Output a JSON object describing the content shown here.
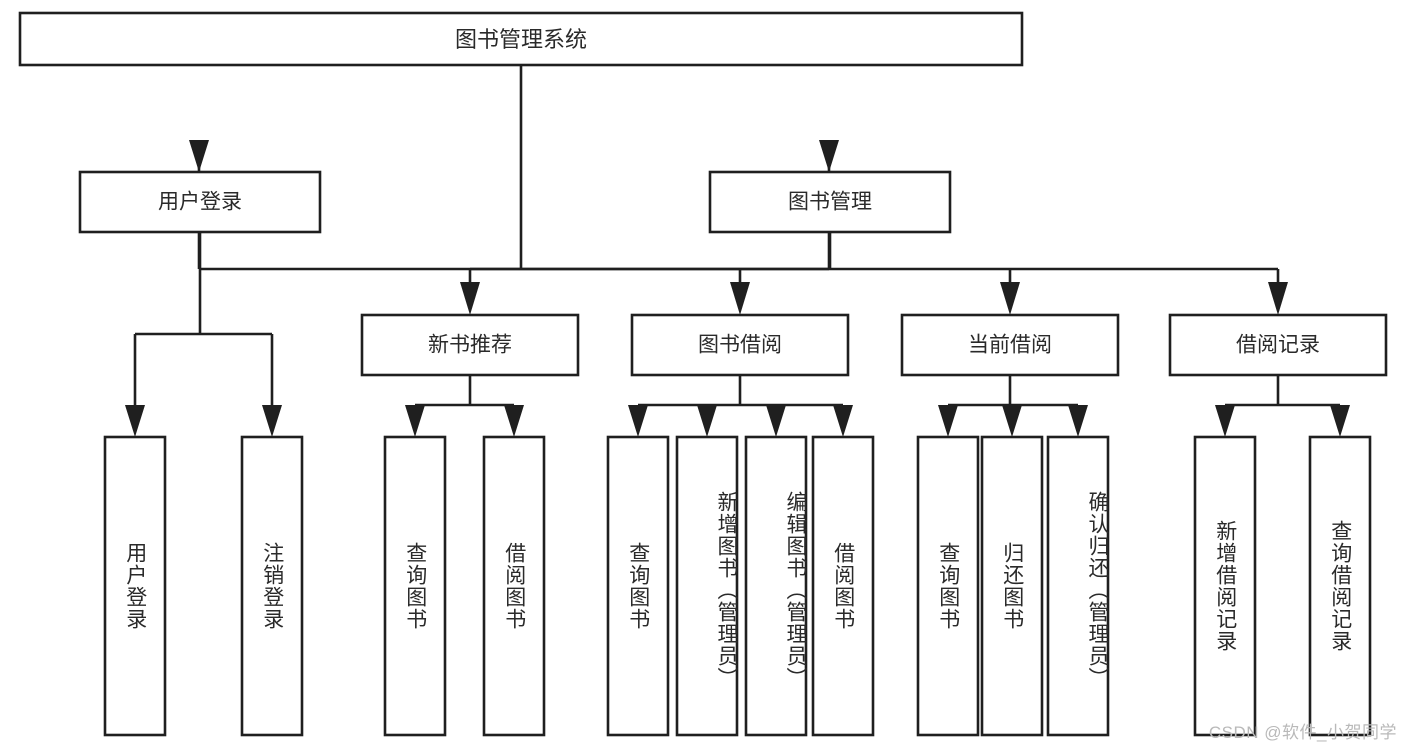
{
  "diagram": {
    "title": "图书管理系统",
    "type": "tree-hierarchy-functional-structure",
    "root": {
      "label": "图书管理系统"
    },
    "level2": [
      {
        "label": "用户登录"
      },
      {
        "label": "图书管理"
      }
    ],
    "level3": [
      {
        "label": "新书推荐"
      },
      {
        "label": "图书借阅"
      },
      {
        "label": "当前借阅"
      },
      {
        "label": "借阅记录"
      }
    ],
    "leaves": {
      "user_login": [
        {
          "label": "用户登录"
        },
        {
          "label": "注销登录"
        }
      ],
      "new_book_recommend": [
        {
          "label": "查询图书"
        },
        {
          "label": "借阅图书"
        }
      ],
      "book_borrow": [
        {
          "label": "查询图书"
        },
        {
          "label": "新增图书（管理员）"
        },
        {
          "label": "编辑图书（管理员）"
        },
        {
          "label": "借阅图书"
        }
      ],
      "current_borrow": [
        {
          "label": "查询图书"
        },
        {
          "label": "归还图书"
        },
        {
          "label": "确认归还（管理员）"
        }
      ],
      "borrow_record": [
        {
          "label": "新增借阅记录"
        },
        {
          "label": "查询借阅记录"
        }
      ]
    }
  },
  "watermark": {
    "text": "CSDN @软件_小贺同学"
  },
  "colors": {
    "stroke": "#1f1f1f",
    "fill": "#ffffff",
    "text": "#2a2a2a",
    "watermark": "#b9b9b9"
  }
}
